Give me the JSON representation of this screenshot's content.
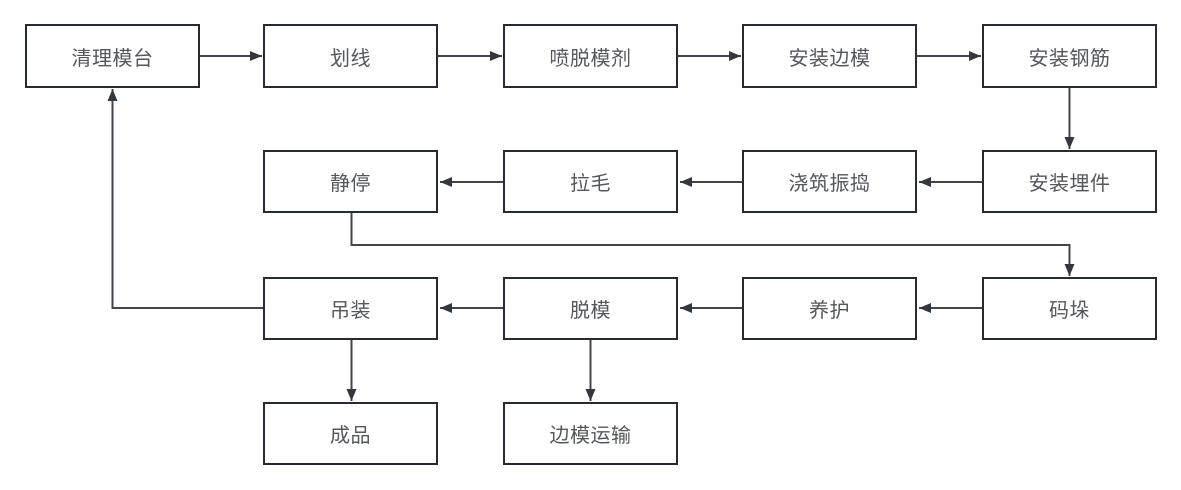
{
  "diagram": {
    "type": "flowchart",
    "description": "Precast concrete component production process flow",
    "colors": {
      "background": "#ffffff",
      "node_fill": "#ffffff",
      "node_border": "#262b33",
      "node_text": "#54575d",
      "connector": "#42454b"
    },
    "nodes": [
      {
        "id": "clean-mold-table",
        "label": "清理模台"
      },
      {
        "id": "marking",
        "label": "划线"
      },
      {
        "id": "spray-release-agent",
        "label": "喷脱模剂"
      },
      {
        "id": "install-side-mold",
        "label": "安装边模"
      },
      {
        "id": "install-rebar",
        "label": "安装钢筋"
      },
      {
        "id": "rest",
        "label": "静停"
      },
      {
        "id": "roughening",
        "label": "拉毛"
      },
      {
        "id": "pour-vibrate",
        "label": "浇筑振捣"
      },
      {
        "id": "install-embedded",
        "label": "安装埋件"
      },
      {
        "id": "hoisting",
        "label": "吊装"
      },
      {
        "id": "demolding",
        "label": "脱模"
      },
      {
        "id": "curing",
        "label": "养护"
      },
      {
        "id": "stacking",
        "label": "码垛"
      },
      {
        "id": "finished-product",
        "label": "成品"
      },
      {
        "id": "side-mold-transport",
        "label": "边模运输"
      }
    ],
    "edges": [
      {
        "from": "clean-mold-table",
        "to": "marking"
      },
      {
        "from": "marking",
        "to": "spray-release-agent"
      },
      {
        "from": "spray-release-agent",
        "to": "install-side-mold"
      },
      {
        "from": "install-side-mold",
        "to": "install-rebar"
      },
      {
        "from": "install-rebar",
        "to": "install-embedded"
      },
      {
        "from": "install-embedded",
        "to": "pour-vibrate"
      },
      {
        "from": "pour-vibrate",
        "to": "roughening"
      },
      {
        "from": "roughening",
        "to": "rest"
      },
      {
        "from": "rest",
        "to": "stacking"
      },
      {
        "from": "stacking",
        "to": "curing"
      },
      {
        "from": "curing",
        "to": "demolding"
      },
      {
        "from": "demolding",
        "to": "hoisting"
      },
      {
        "from": "hoisting",
        "to": "clean-mold-table"
      },
      {
        "from": "hoisting",
        "to": "finished-product"
      },
      {
        "from": "demolding",
        "to": "side-mold-transport"
      }
    ]
  }
}
